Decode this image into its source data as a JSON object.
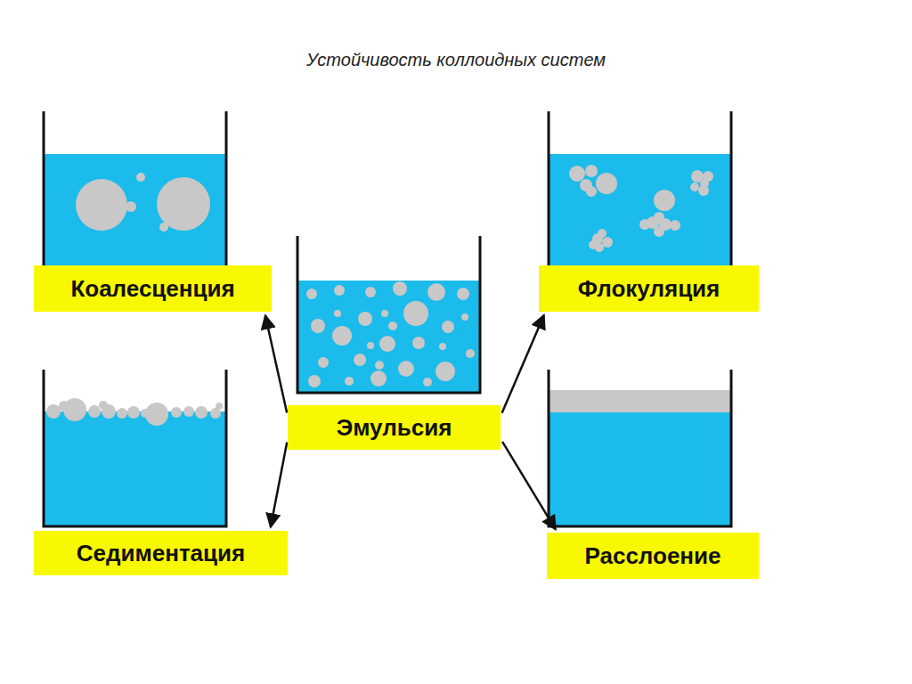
{
  "diagram": {
    "title": "Устойчивость коллоидных систем",
    "nodes": [
      {
        "text": [
          "Коалесценция"
        ]
      },
      {
        "text": [
          "Флокуляция"
        ]
      },
      {
        "text": [
          "Эмульсия"
        ]
      },
      {
        "text": [
          "Седиментация"
        ]
      },
      {
        "text": [
          "Расслоение"
        ]
      }
    ],
    "edges": [
      {
        "from": 2,
        "to": 0,
        "arrow": "to"
      },
      {
        "from": 2,
        "to": 1,
        "arrow": "to"
      },
      {
        "from": 2,
        "to": 3,
        "arrow": "to"
      },
      {
        "from": 2,
        "to": 4,
        "arrow": "to"
      }
    ]
  }
}
